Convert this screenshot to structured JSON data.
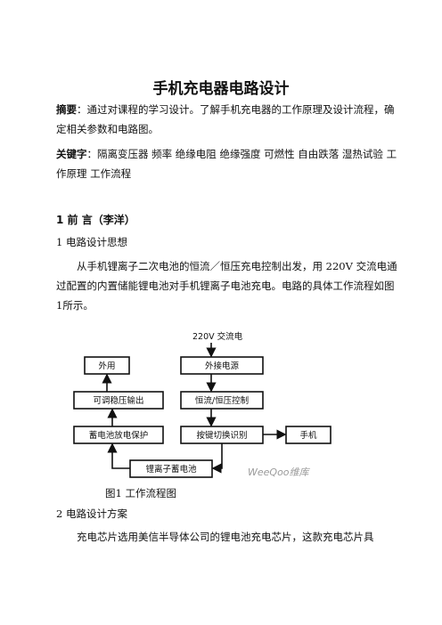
{
  "doc": {
    "title": "手机充电器电路设计",
    "abstract_label": "摘要",
    "abstract_text": "：通过对课程的学习设计。了解手机充电器的工作原理及设计流程，确定相关参数和电路图。",
    "keywords_label": "关键字",
    "keywords_text": "：隔离变压器  频率  绝缘电阻  绝缘强度  可燃性  自由跌落  湿热试验  工作原理  工作流程",
    "section1_heading": "1  前 言（李洋）",
    "sub1_heading": "1  电路设计思想",
    "sub1_text": "从手机锂离子二次电池的恒流／恒压充电控制出发，用 220V 交流电通过配置的内置储能锂电池对手机锂离子电池充电。电路的具体工作流程如图1所示。",
    "figure_caption": "图1  工作流程图",
    "sub2_heading": "2  电路设计方案",
    "sub2_text": "充电芯片选用美信半导体公司的锂电池充电芯片，这款充电芯片具"
  },
  "flowchart": {
    "source_label": "220V 交流电",
    "boxes": {
      "external": "外用",
      "adjustable": "可调稳压输出",
      "protect": "蓄电池放电保护",
      "ext_power": "外接电源",
      "cc_cv": "恒流/恒压控制",
      "switch": "按键切换识别",
      "phone": "手机",
      "battery": "锂离子蓄电池"
    },
    "watermark": "WeeQoo维库"
  }
}
